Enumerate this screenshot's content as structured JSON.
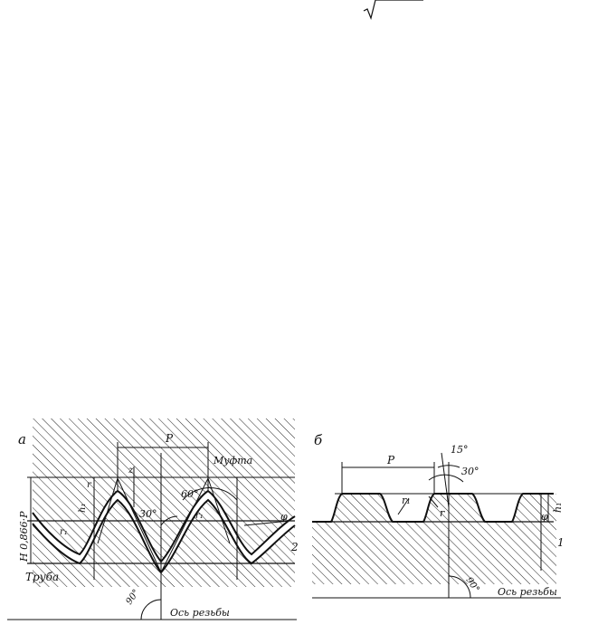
{
  "top_fragment": {
    "symbol": "√"
  },
  "figure_a": {
    "panel_letter": "а",
    "labels": {
      "pitch": "P",
      "coupling": "Муфта",
      "pipe": "Труба",
      "height": "H 0,866·P",
      "h1": "h₁",
      "r": "r",
      "r1": "r₁",
      "z": "z",
      "phi": "φ",
      "angle_60": "60°",
      "angle_30": "30°",
      "angle_90": "90°",
      "marker_2": "2",
      "axis": "Ось резьбы"
    }
  },
  "figure_b": {
    "panel_letter": "б",
    "labels": {
      "pitch": "P",
      "angle_15": "15°",
      "angle_30": "30°",
      "r": "r",
      "r1": "r₁",
      "h1": "h₁",
      "phi": "φ",
      "marker_1": "1",
      "angle_90": "90°",
      "axis": "Ось резьбы"
    }
  }
}
